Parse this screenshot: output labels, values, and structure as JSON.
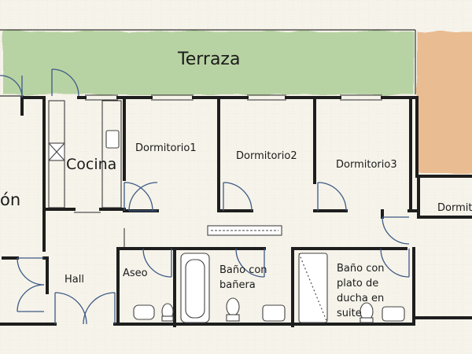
{
  "rooms": {
    "terrace": "Terraza",
    "kitchen": "Cocina",
    "living_partial": "ón",
    "bedroom1": "Dormitorio1",
    "bedroom2": "Dormitorio2",
    "bedroom3": "Dormitorio3",
    "bedroom4_partial": "Dormit",
    "hall": "Hall",
    "toilet": "Aseo",
    "bath1_line1": "Baño con",
    "bath1_line2": "bañera",
    "bath2_line1": "Baño con",
    "bath2_line2": "plato de",
    "bath2_line3": "ducha en",
    "bath2_line4": "suite"
  },
  "colors": {
    "background": "#f6f3ea",
    "grid": "#dcd8cc",
    "wall": "#1e1e1e",
    "terrace_fill": "#a7c98e",
    "exterior_fill": "#e9b98a",
    "door_swing": "#3c5a86",
    "fixture": "#444444"
  }
}
